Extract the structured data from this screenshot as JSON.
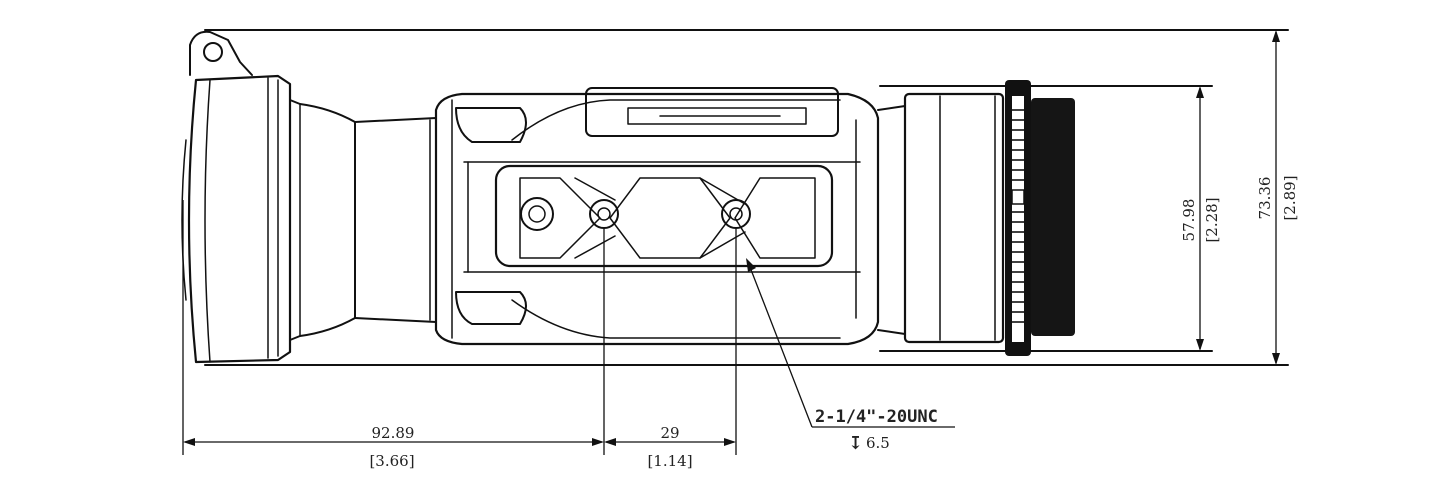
{
  "drawing": {
    "dimensions": {
      "overall_height_mm": "73.36",
      "overall_height_in": "[2.89]",
      "body_height_mm": "57.98",
      "body_height_in": "[2.28]",
      "front_to_mount_mm": "92.89",
      "front_to_mount_in": "[3.66]",
      "mount_spacing_mm": "29",
      "mount_spacing_in": "[1.14]"
    },
    "callout": {
      "thread": "2-1/4\"-20UNC",
      "depth_symbol": "↧",
      "depth": "6.5"
    }
  }
}
